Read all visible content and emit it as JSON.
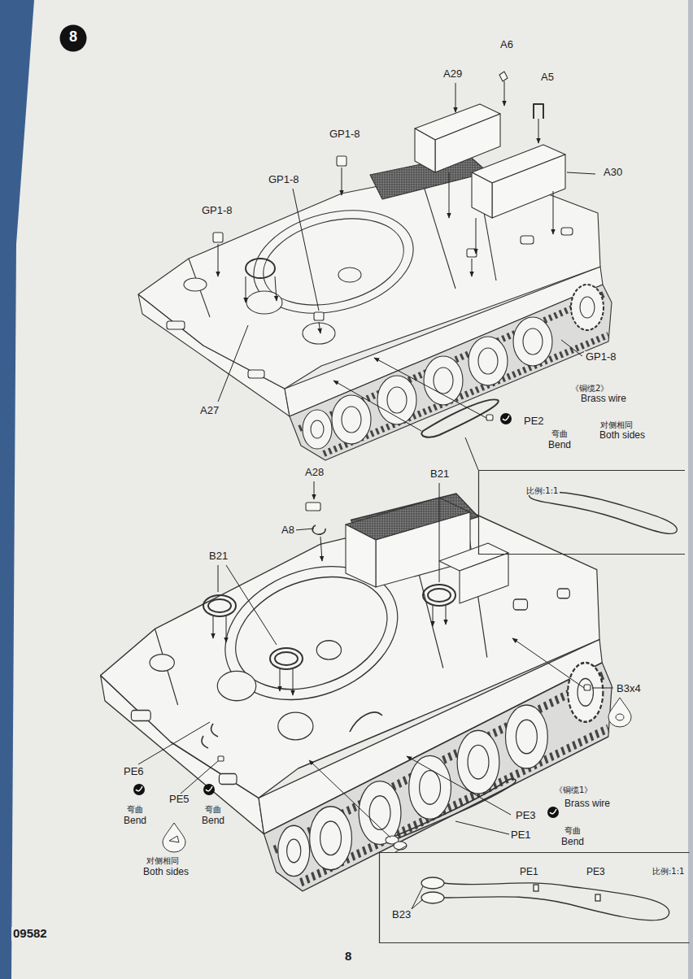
{
  "diagram": {
    "nodes": [
      {
        "text": [
          "8"
        ]
      },
      {
        "text": [
          "比例:1:1"
        ]
      },
      {
        "text": [
          "PE1",
          "PE3",
          "比例:1:1",
          "B23"
        ]
      }
    ],
    "labels": [
      "A6",
      "A29",
      "A5",
      "A30",
      "GP1-8",
      "GP1-8",
      "GP1-8",
      "A27",
      "GP1-8",
      "《铜缆2》",
      "Brass wire",
      "PE2",
      "弯曲",
      "Bend",
      "对侧相同",
      "Both sides",
      "A28",
      "A8",
      "B21",
      "B21",
      "B3x4",
      "PE6",
      "弯曲",
      "Bend",
      "PE5",
      "弯曲",
      "Bend",
      "对侧相同",
      "Both sides",
      "《铜缆1》",
      "Brass wire",
      "PE3",
      "弯曲",
      "Bend",
      "PE1",
      "09582",
      "8"
    ]
  }
}
